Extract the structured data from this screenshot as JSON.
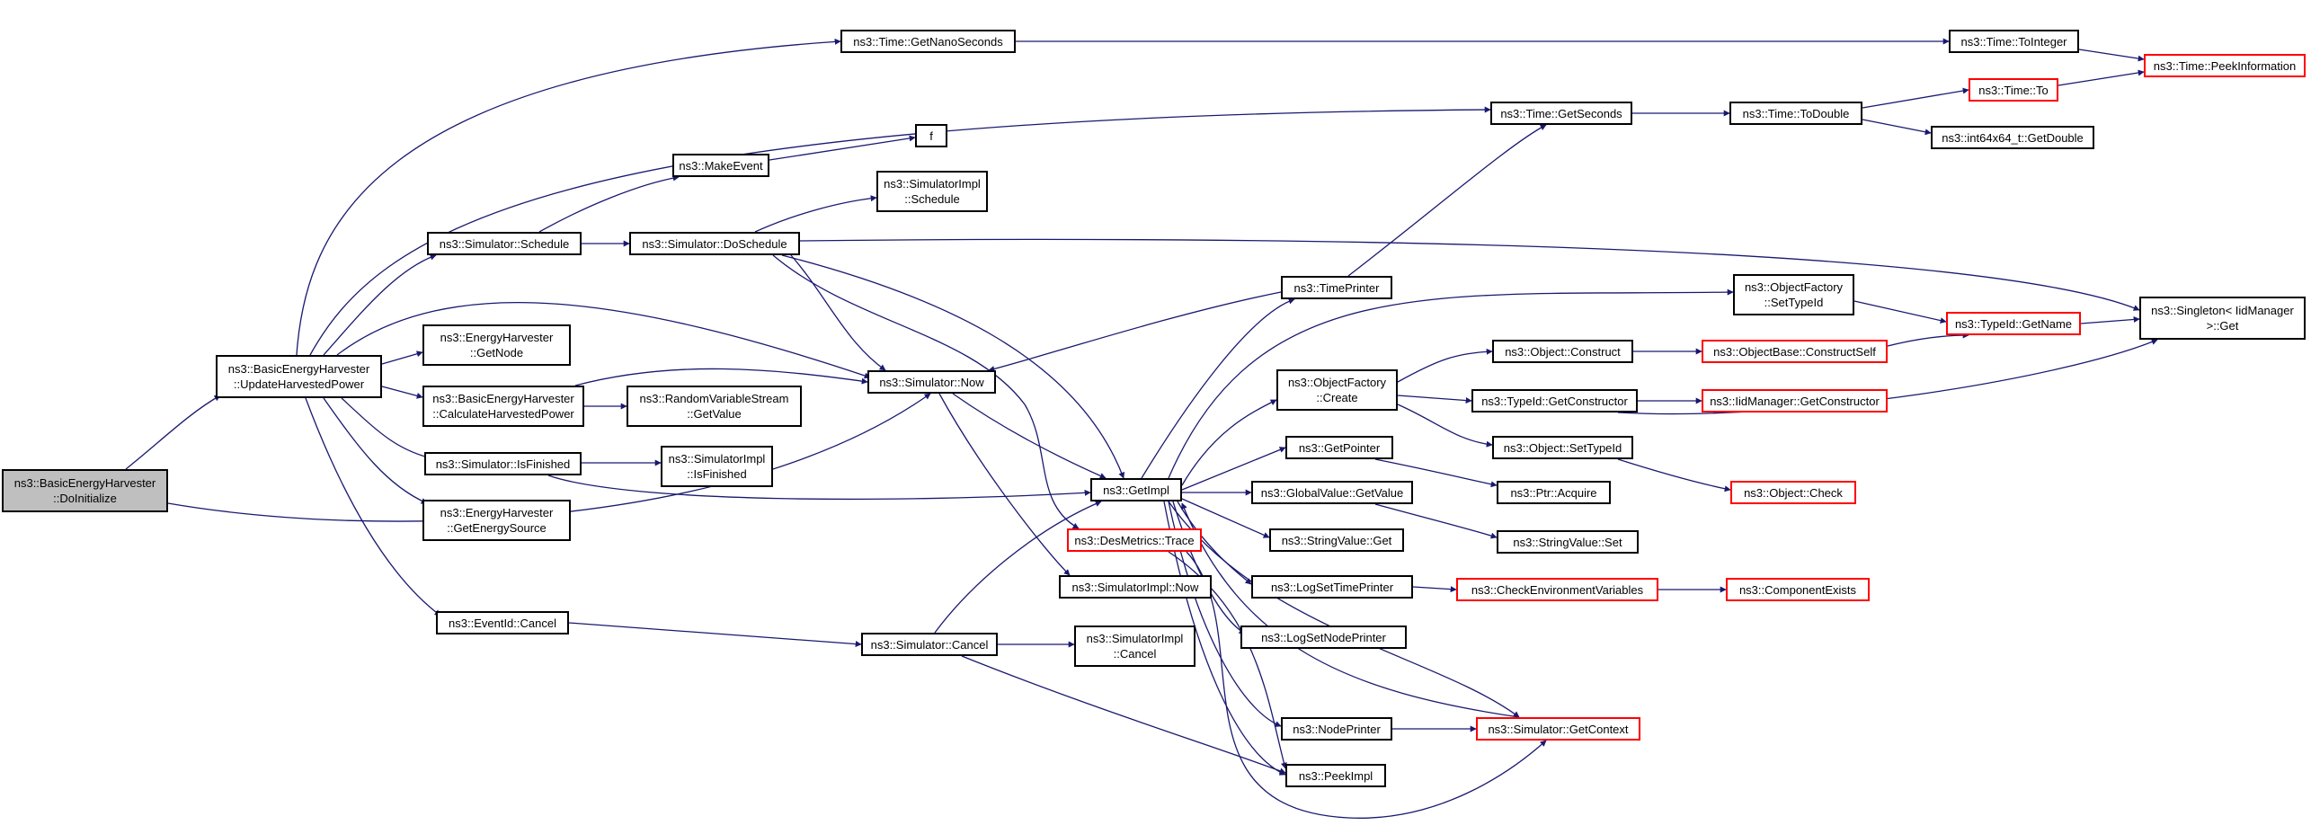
{
  "colors": {
    "edge": "#191970",
    "border": "#000000",
    "border_incomplete": "#ff0000",
    "root_fill": "#bfbfbf",
    "fill": "#ffffff"
  },
  "nodes": {
    "doinitialize": {
      "lines": [
        "ns3::BasicEnergyHarvester",
        "::DoInitialize"
      ]
    },
    "updatepower": {
      "lines": [
        "ns3::BasicEnergyHarvester",
        "::UpdateHarvestedPower"
      ]
    },
    "getnanoseconds": {
      "lines": [
        "ns3::Time::GetNanoSeconds"
      ]
    },
    "tointeger": {
      "lines": [
        "ns3::Time::ToInteger"
      ]
    },
    "peekinformation": {
      "lines": [
        "ns3::Time::PeekInformation"
      ]
    },
    "getseconds": {
      "lines": [
        "ns3::Time::GetSeconds"
      ]
    },
    "todouble": {
      "lines": [
        "ns3::Time::ToDouble"
      ]
    },
    "timeto": {
      "lines": [
        "ns3::Time::To"
      ]
    },
    "getdouble": {
      "lines": [
        "ns3::int64x64_t::GetDouble"
      ]
    },
    "makeevent": {
      "lines": [
        "ns3::MakeEvent"
      ]
    },
    "f": {
      "lines": [
        "f"
      ]
    },
    "simimplschedule": {
      "lines": [
        "ns3::SimulatorImpl",
        "::Schedule"
      ]
    },
    "simschedule": {
      "lines": [
        "ns3::Simulator::Schedule"
      ]
    },
    "doschedule": {
      "lines": [
        "ns3::Simulator::DoSchedule"
      ]
    },
    "singletonget": {
      "lines": [
        "ns3::Singleton< IidManager",
        " >::Get"
      ]
    },
    "timeprinter": {
      "lines": [
        "ns3::TimePrinter"
      ]
    },
    "ofsettypeid": {
      "lines": [
        "ns3::ObjectFactory",
        "::SetTypeId"
      ]
    },
    "typeidgetname": {
      "lines": [
        "ns3::TypeId::GetName"
      ]
    },
    "getnode": {
      "lines": [
        "ns3::EnergyHarvester",
        "::GetNode"
      ]
    },
    "calcpower": {
      "lines": [
        "ns3::BasicEnergyHarvester",
        "::CalculateHarvestedPower"
      ]
    },
    "rvsgetvalue": {
      "lines": [
        "ns3::RandomVariableStream",
        "::GetValue"
      ]
    },
    "simnow": {
      "lines": [
        "ns3::Simulator::Now"
      ]
    },
    "ofcreate": {
      "lines": [
        "ns3::ObjectFactory",
        "::Create"
      ]
    },
    "objconstruct": {
      "lines": [
        "ns3::Object::Construct"
      ]
    },
    "constructself": {
      "lines": [
        "ns3::ObjectBase::ConstructSelf"
      ]
    },
    "getconstructor": {
      "lines": [
        "ns3::TypeId::GetConstructor"
      ]
    },
    "iidgetconstructor": {
      "lines": [
        "ns3::IidManager::GetConstructor"
      ]
    },
    "objsettypeid": {
      "lines": [
        "ns3::Object::SetTypeId"
      ]
    },
    "objcheck": {
      "lines": [
        "ns3::Object::Check"
      ]
    },
    "simisfinished": {
      "lines": [
        "ns3::Simulator::IsFinished"
      ]
    },
    "simimplisfinished": {
      "lines": [
        "ns3::SimulatorImpl",
        "::IsFinished"
      ]
    },
    "getpointer": {
      "lines": [
        "ns3::GetPointer"
      ]
    },
    "ptracquire": {
      "lines": [
        "ns3::Ptr::Acquire"
      ]
    },
    "getimpl": {
      "lines": [
        "ns3::GetImpl"
      ]
    },
    "gvgetvalue": {
      "lines": [
        "ns3::GlobalValue::GetValue"
      ]
    },
    "getenergysource": {
      "lines": [
        "ns3::EnergyHarvester",
        "::GetEnergySource"
      ]
    },
    "desmetrics": {
      "lines": [
        "ns3::DesMetrics::Trace"
      ]
    },
    "svget": {
      "lines": [
        "ns3::StringValue::Get"
      ]
    },
    "svset": {
      "lines": [
        "ns3::StringValue::Set"
      ]
    },
    "simimplnow": {
      "lines": [
        "ns3::SimulatorImpl::Now"
      ]
    },
    "logsettimeprinter": {
      "lines": [
        "ns3::LogSetTimePrinter"
      ]
    },
    "checkenv": {
      "lines": [
        "ns3::CheckEnvironmentVariables"
      ]
    },
    "compexists": {
      "lines": [
        "ns3::ComponentExists"
      ]
    },
    "eventidcancel": {
      "lines": [
        "ns3::EventId::Cancel"
      ]
    },
    "simcancel": {
      "lines": [
        "ns3::Simulator::Cancel"
      ]
    },
    "simimplcancel": {
      "lines": [
        "ns3::SimulatorImpl",
        "::Cancel"
      ]
    },
    "logsetnodeprinter": {
      "lines": [
        "ns3::LogSetNodePrinter"
      ]
    },
    "nodeprinter": {
      "lines": [
        "ns3::NodePrinter"
      ]
    },
    "getcontext": {
      "lines": [
        "ns3::Simulator::GetContext"
      ]
    },
    "peekimpl": {
      "lines": [
        "ns3::PeekImpl"
      ]
    }
  }
}
